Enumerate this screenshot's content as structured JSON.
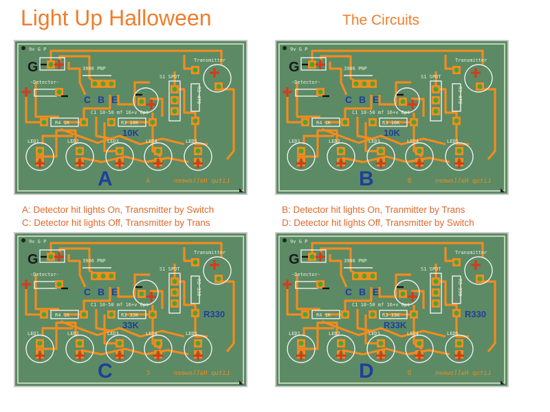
{
  "header": {
    "title": "Light Up Halloween",
    "subtitle": "The Circuits"
  },
  "captions": {
    "a": "A: Detector hit lights On, Transmitter by Switch",
    "b": "B: Detector hit lights On, Tranmitter by Trans",
    "c": "C: Detector hit lights Off, Transmitter by Trans",
    "d": "D: Detector hit lights Off, Transmitter by Switch"
  },
  "labels": {
    "power": "9v G P",
    "detector": "-Detector-",
    "transistor": "3906 PNP",
    "switch": "S1 SPDT",
    "transmitter": "Transmitter",
    "capacitor": "C1 10-50 mf 16+v Opt",
    "r4": "R4 1K",
    "led1": "LED1",
    "led2": "LED2",
    "led3": "LED3",
    "led4": "LED4",
    "led5": "LED5",
    "mirror": "Litup Halloween",
    "g": "G",
    "cbe_c": "C",
    "cbe_b": "B",
    "cbe_e": "E"
  },
  "boards": {
    "a": {
      "letter": "A",
      "r3": "R3 10K",
      "r3_blue": "10K",
      "r5": "R5 470",
      "r5_blue": ""
    },
    "b": {
      "letter": "B",
      "r3": "R3 10K",
      "r3_blue": "10K",
      "r5": "R5 470",
      "r5_blue": ""
    },
    "c": {
      "letter": "C",
      "r3": "R3 33K",
      "r3_blue": "33K",
      "r5": "R5 330",
      "r5_blue": "R330"
    },
    "d": {
      "letter": "D",
      "r3": "R3 33K",
      "r3_blue": "R33K",
      "r5": "R5 330",
      "r5_blue": "R330"
    }
  },
  "colors": {
    "board": "#5c8a65",
    "trace": "#f28c1e",
    "pad": "#47a43a",
    "plus": "#d63a1a",
    "blue_label": "#1f3f9a",
    "title": "#ef7d2b"
  }
}
